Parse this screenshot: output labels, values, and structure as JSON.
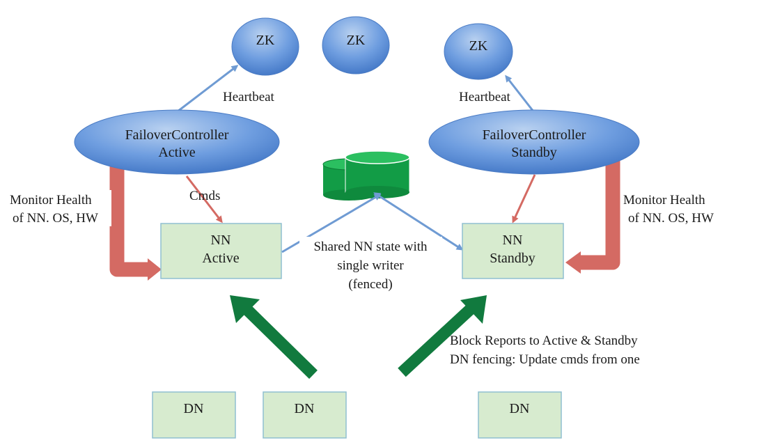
{
  "nodes": {
    "zk1": "ZK",
    "zk2": "ZK",
    "zk3": "ZK",
    "fc_active": [
      "FailoverController",
      "Active"
    ],
    "fc_standby": [
      "FailoverController",
      "Standby"
    ],
    "nn_active": [
      "NN",
      "Active"
    ],
    "nn_standby": [
      "NN",
      "Standby"
    ],
    "dn1": "DN",
    "dn2": "DN",
    "dn3": "DN"
  },
  "labels": {
    "heartbeat_left": "Heartbeat",
    "heartbeat_right": "Heartbeat",
    "cmds": "Cmds",
    "monitor_left": [
      "Monitor Health",
      "of NN. OS, HW"
    ],
    "monitor_right": [
      "Monitor Health",
      "of NN. OS, HW"
    ],
    "shared_state": [
      "Shared NN state with",
      "single writer",
      "(fenced)"
    ],
    "block_reports": [
      "Block Reports to Active & Standby",
      "DN fencing: Update cmds from one"
    ]
  },
  "colors": {
    "zk_fill": "#5b8fd6",
    "nn_fill": "#d7ebcf",
    "red_arrow": "#d46a63",
    "blue_arrow": "#6f9bd3",
    "green_arrow": "#117a3e",
    "storage_green": "#129c46"
  }
}
